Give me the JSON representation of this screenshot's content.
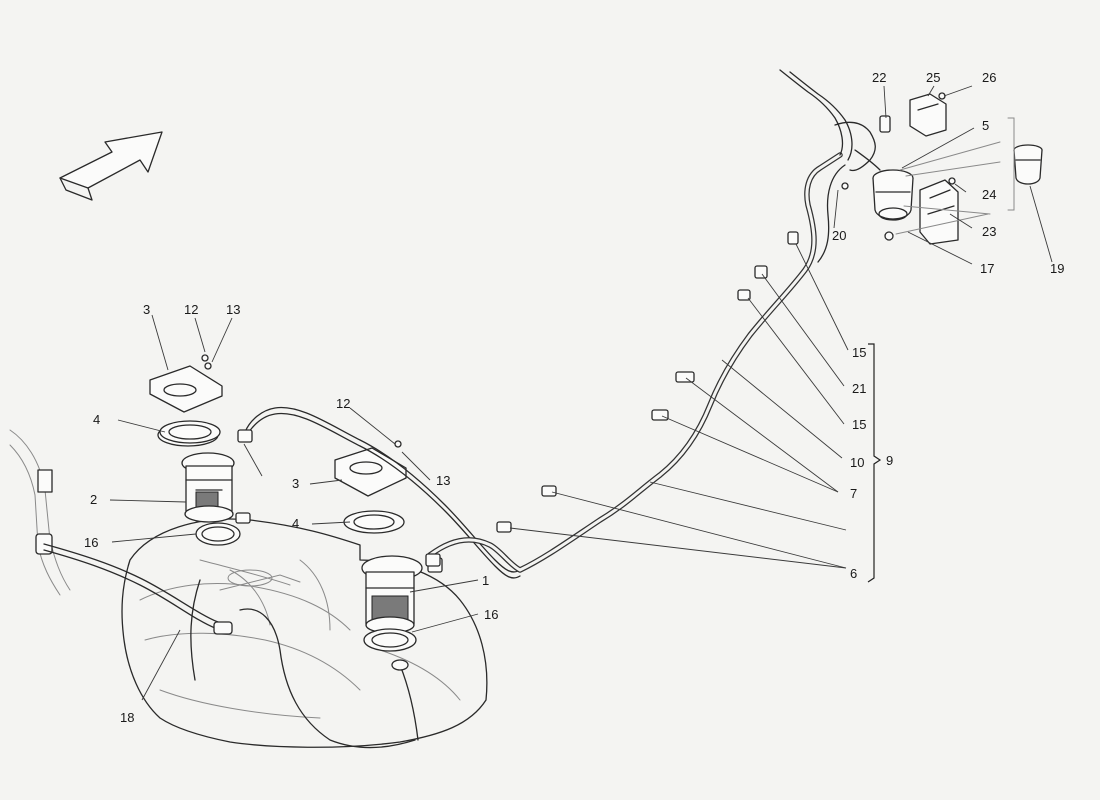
{
  "diagram": {
    "callouts": [
      {
        "id": "c1",
        "text": "1"
      },
      {
        "id": "c2",
        "text": "2"
      },
      {
        "id": "c3a",
        "text": "3"
      },
      {
        "id": "c3b",
        "text": "3"
      },
      {
        "id": "c4a",
        "text": "4"
      },
      {
        "id": "c4b",
        "text": "4"
      },
      {
        "id": "c5",
        "text": "5"
      },
      {
        "id": "c6",
        "text": "6"
      },
      {
        "id": "c7",
        "text": "7"
      },
      {
        "id": "c9",
        "text": "9"
      },
      {
        "id": "c10",
        "text": "10"
      },
      {
        "id": "c12a",
        "text": "12"
      },
      {
        "id": "c12b",
        "text": "12"
      },
      {
        "id": "c13a",
        "text": "13"
      },
      {
        "id": "c13b",
        "text": "13"
      },
      {
        "id": "c15a",
        "text": "15"
      },
      {
        "id": "c15b",
        "text": "15"
      },
      {
        "id": "c16a",
        "text": "16"
      },
      {
        "id": "c16b",
        "text": "16"
      },
      {
        "id": "c17",
        "text": "17"
      },
      {
        "id": "c18",
        "text": "18"
      },
      {
        "id": "c19",
        "text": "19"
      },
      {
        "id": "c20",
        "text": "20"
      },
      {
        "id": "c21",
        "text": "21"
      },
      {
        "id": "c22",
        "text": "22"
      },
      {
        "id": "c23",
        "text": "23"
      },
      {
        "id": "c24",
        "text": "24"
      },
      {
        "id": "c25",
        "text": "25"
      },
      {
        "id": "c26",
        "text": "26"
      }
    ]
  }
}
